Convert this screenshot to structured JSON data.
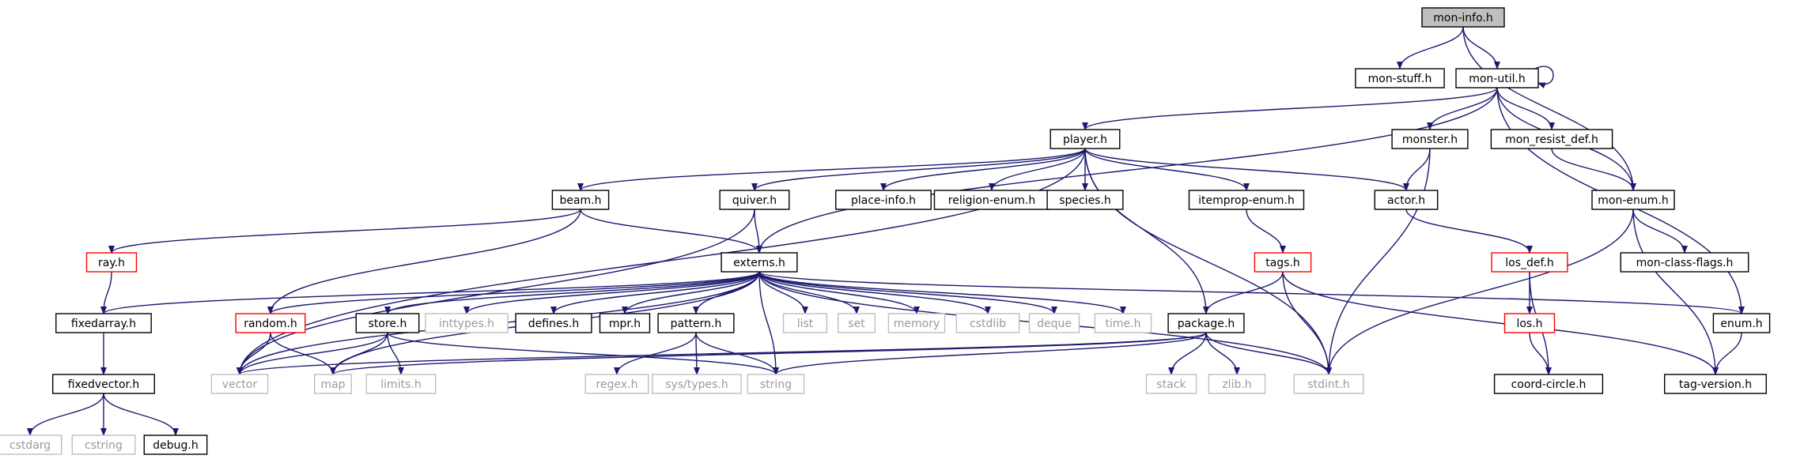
{
  "graph": {
    "edge_color": "#191970",
    "colors": {
      "root_fill": "#bfbfbf",
      "root_stroke": "#000000",
      "normal_stroke": "#000000",
      "truncated_stroke": "#ff0000",
      "external_stroke": "#bfbfbf",
      "external_text": "#9a9a9a",
      "text": "#000000"
    },
    "nodes": {
      "mon_info": {
        "label": "mon-info.h",
        "kind": "root"
      },
      "mon_stuff": {
        "label": "mon-stuff.h",
        "kind": "normal"
      },
      "mon_util": {
        "label": "mon-util.h",
        "kind": "normal"
      },
      "player": {
        "label": "player.h",
        "kind": "normal"
      },
      "monster": {
        "label": "monster.h",
        "kind": "normal"
      },
      "mon_resist_def": {
        "label": "mon_resist_def.h",
        "kind": "normal"
      },
      "beam": {
        "label": "beam.h",
        "kind": "normal"
      },
      "quiver": {
        "label": "quiver.h",
        "kind": "normal"
      },
      "place_info": {
        "label": "place-info.h",
        "kind": "normal"
      },
      "religion_enum": {
        "label": "religion-enum.h",
        "kind": "normal"
      },
      "species": {
        "label": "species.h",
        "kind": "normal"
      },
      "itemprop_enum": {
        "label": "itemprop-enum.h",
        "kind": "normal"
      },
      "actor": {
        "label": "actor.h",
        "kind": "normal"
      },
      "mon_enum": {
        "label": "mon-enum.h",
        "kind": "normal"
      },
      "ray": {
        "label": "ray.h",
        "kind": "truncated"
      },
      "externs": {
        "label": "externs.h",
        "kind": "normal"
      },
      "tags": {
        "label": "tags.h",
        "kind": "truncated"
      },
      "los_def": {
        "label": "los_def.h",
        "kind": "truncated"
      },
      "mon_class_flags": {
        "label": "mon-class-flags.h",
        "kind": "normal"
      },
      "fixedarray": {
        "label": "fixedarray.h",
        "kind": "normal"
      },
      "random": {
        "label": "random.h",
        "kind": "truncated"
      },
      "store": {
        "label": "store.h",
        "kind": "normal"
      },
      "inttypes": {
        "label": "inttypes.h",
        "kind": "external"
      },
      "defines": {
        "label": "defines.h",
        "kind": "normal"
      },
      "mpr": {
        "label": "mpr.h",
        "kind": "normal"
      },
      "pattern": {
        "label": "pattern.h",
        "kind": "normal"
      },
      "list": {
        "label": "list",
        "kind": "external"
      },
      "set": {
        "label": "set",
        "kind": "external"
      },
      "memory": {
        "label": "memory",
        "kind": "external"
      },
      "cstdlib": {
        "label": "cstdlib",
        "kind": "external"
      },
      "deque": {
        "label": "deque",
        "kind": "external"
      },
      "time": {
        "label": "time.h",
        "kind": "external"
      },
      "package": {
        "label": "package.h",
        "kind": "normal"
      },
      "los": {
        "label": "los.h",
        "kind": "truncated"
      },
      "enum": {
        "label": "enum.h",
        "kind": "normal"
      },
      "fixedvector": {
        "label": "fixedvector.h",
        "kind": "normal"
      },
      "vector": {
        "label": "vector",
        "kind": "external"
      },
      "map": {
        "label": "map",
        "kind": "external"
      },
      "limits": {
        "label": "limits.h",
        "kind": "external"
      },
      "regex": {
        "label": "regex.h",
        "kind": "external"
      },
      "sys_types": {
        "label": "sys/types.h",
        "kind": "external"
      },
      "string": {
        "label": "string",
        "kind": "external"
      },
      "stack": {
        "label": "stack",
        "kind": "external"
      },
      "zlib": {
        "label": "zlib.h",
        "kind": "external"
      },
      "stdint": {
        "label": "stdint.h",
        "kind": "external"
      },
      "coord_circle": {
        "label": "coord-circle.h",
        "kind": "normal"
      },
      "tag_version": {
        "label": "tag-version.h",
        "kind": "normal"
      },
      "cstdarg": {
        "label": "cstdarg",
        "kind": "external"
      },
      "cstring": {
        "label": "cstring",
        "kind": "external"
      },
      "debug": {
        "label": "debug.h",
        "kind": "normal"
      }
    },
    "edges": [
      [
        "mon_info",
        "mon_stuff"
      ],
      [
        "mon_info",
        "mon_util"
      ],
      [
        "mon_info",
        "mon_enum"
      ],
      [
        "mon_util",
        "mon_util"
      ],
      [
        "mon_util",
        "player"
      ],
      [
        "mon_util",
        "monster"
      ],
      [
        "mon_util",
        "mon_resist_def"
      ],
      [
        "mon_util",
        "mon_enum"
      ],
      [
        "mon_util",
        "externs"
      ],
      [
        "mon_util",
        "enum"
      ],
      [
        "player",
        "beam"
      ],
      [
        "player",
        "quiver"
      ],
      [
        "player",
        "place_info"
      ],
      [
        "player",
        "religion_enum"
      ],
      [
        "player",
        "species"
      ],
      [
        "player",
        "itemprop_enum"
      ],
      [
        "player",
        "actor"
      ],
      [
        "player",
        "package"
      ],
      [
        "player",
        "stdint"
      ],
      [
        "player",
        "vector"
      ],
      [
        "monster",
        "actor"
      ],
      [
        "monster",
        "stdint"
      ],
      [
        "mon_resist_def",
        "mon_enum"
      ],
      [
        "beam",
        "ray"
      ],
      [
        "beam",
        "externs"
      ],
      [
        "beam",
        "random"
      ],
      [
        "quiver",
        "externs"
      ],
      [
        "quiver",
        "vector"
      ],
      [
        "itemprop_enum",
        "tags"
      ],
      [
        "actor",
        "los_def"
      ],
      [
        "mon_enum",
        "mon_class_flags"
      ],
      [
        "mon_enum",
        "stdint"
      ],
      [
        "mon_enum",
        "tag_version"
      ],
      [
        "ray",
        "fixedarray"
      ],
      [
        "externs",
        "fixedarray"
      ],
      [
        "externs",
        "random"
      ],
      [
        "externs",
        "store"
      ],
      [
        "externs",
        "inttypes"
      ],
      [
        "externs",
        "defines"
      ],
      [
        "externs",
        "mpr"
      ],
      [
        "externs",
        "pattern"
      ],
      [
        "externs",
        "list"
      ],
      [
        "externs",
        "set"
      ],
      [
        "externs",
        "memory"
      ],
      [
        "externs",
        "cstdlib"
      ],
      [
        "externs",
        "deque"
      ],
      [
        "externs",
        "time"
      ],
      [
        "externs",
        "enum"
      ],
      [
        "externs",
        "stdint"
      ],
      [
        "externs",
        "vector"
      ],
      [
        "externs",
        "map"
      ],
      [
        "externs",
        "string"
      ],
      [
        "tags",
        "package"
      ],
      [
        "tags",
        "stdint"
      ],
      [
        "tags",
        "tag_version"
      ],
      [
        "los_def",
        "los"
      ],
      [
        "los_def",
        "coord_circle"
      ],
      [
        "fixedarray",
        "fixedvector"
      ],
      [
        "random",
        "vector"
      ],
      [
        "random",
        "map"
      ],
      [
        "store",
        "vector"
      ],
      [
        "store",
        "map"
      ],
      [
        "store",
        "limits"
      ],
      [
        "store",
        "string"
      ],
      [
        "pattern",
        "regex"
      ],
      [
        "pattern",
        "sys_types"
      ],
      [
        "pattern",
        "string"
      ],
      [
        "package",
        "vector"
      ],
      [
        "package",
        "map"
      ],
      [
        "package",
        "string"
      ],
      [
        "package",
        "stack"
      ],
      [
        "package",
        "zlib"
      ],
      [
        "package",
        "stdint"
      ],
      [
        "los",
        "coord_circle"
      ],
      [
        "enum",
        "tag_version"
      ],
      [
        "fixedvector",
        "cstdarg"
      ],
      [
        "fixedvector",
        "cstring"
      ],
      [
        "fixedvector",
        "debug"
      ]
    ]
  }
}
